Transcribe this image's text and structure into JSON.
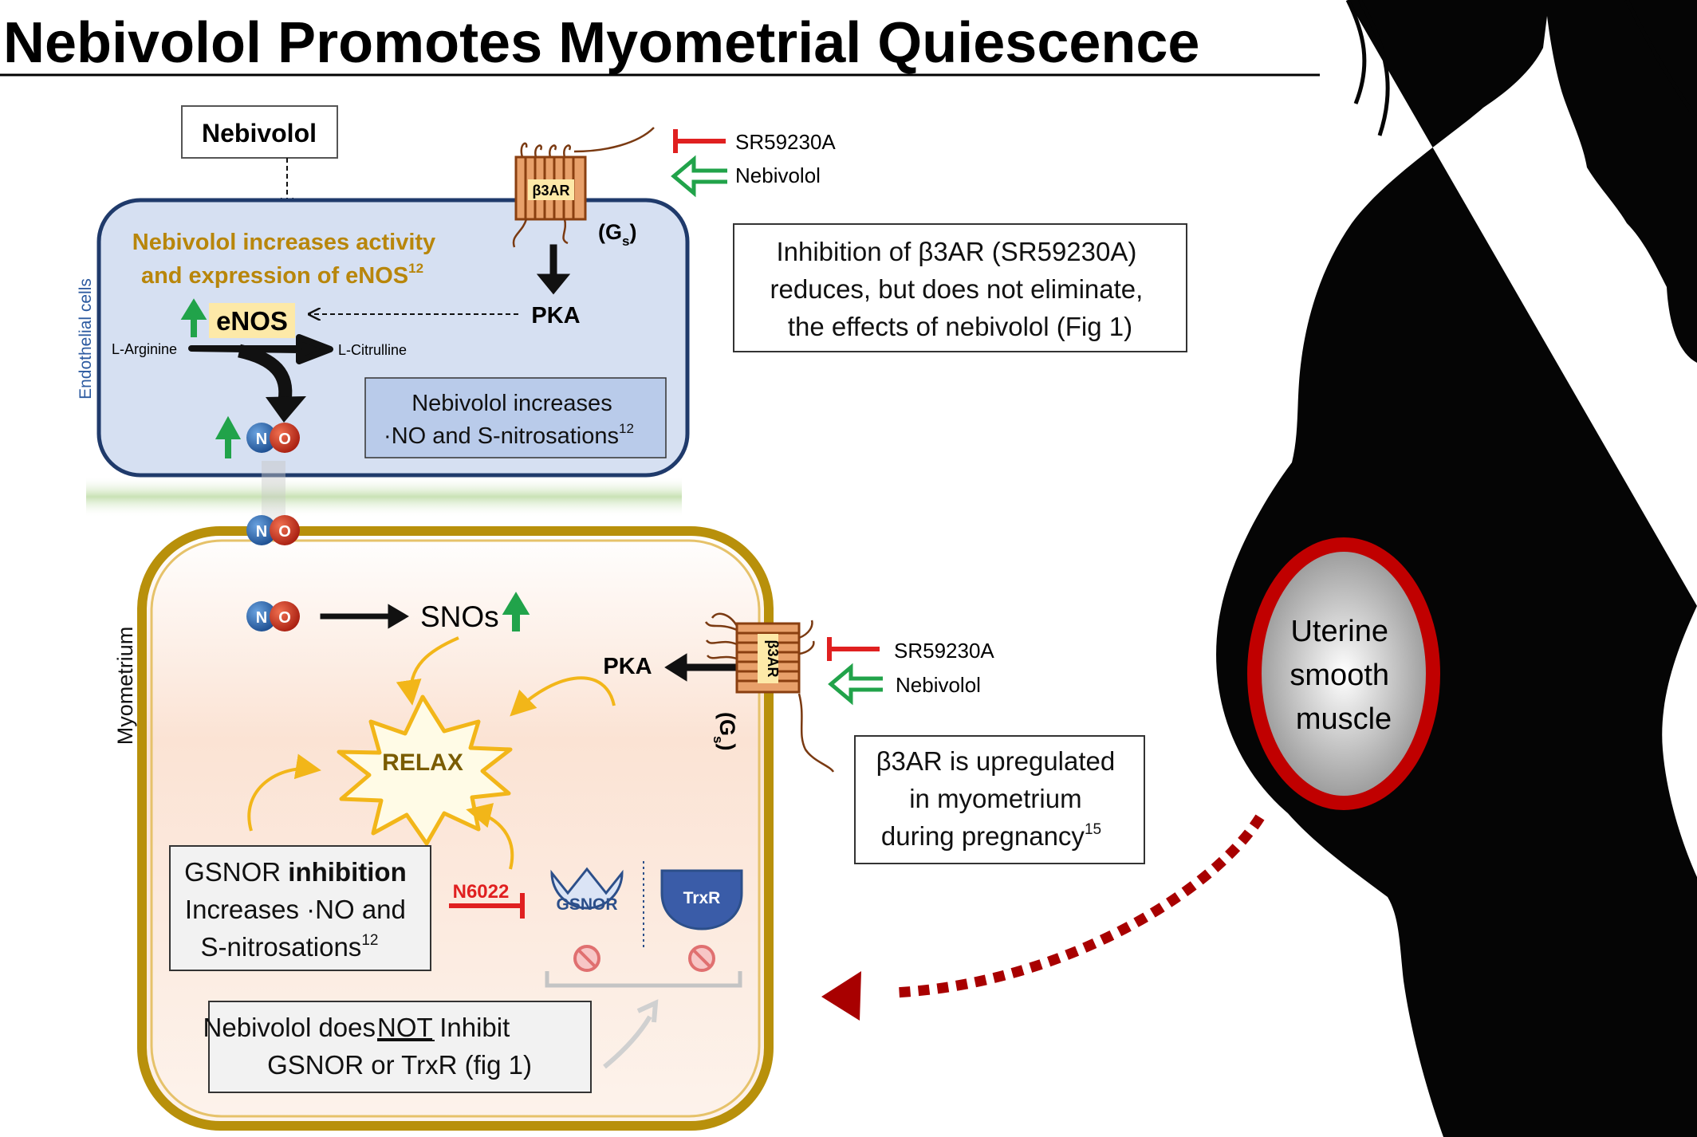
{
  "title": "Nebivolol Promotes Myometrial Quiescence",
  "nebivolol_box": "Nebivolol",
  "endothelial": {
    "side_label": "Endothelial cells",
    "activity_line1": "Nebivolol increases activity",
    "activity_line2": "and expression of eNOS",
    "activity_ref": "12",
    "enos": "eNOS",
    "l_arginine": "L-Arginine",
    "l_citrulline": "L-Citrulline",
    "pka": "PKA",
    "gs": "(G",
    "gs_sub": "s",
    "gs_close": ")",
    "receptor": "β3AR",
    "increase_box_line1": "Nebivolol increases",
    "increase_box_line2": "·NO and S-nitrosations",
    "increase_box_ref": "12"
  },
  "top_ligands": {
    "antagonist": "SR59230A",
    "agonist": "Nebivolol"
  },
  "b3ar_inhibition_note": {
    "line1": "Inhibition of β3AR (SR59230A)",
    "line2": "reduces, but does not eliminate,",
    "line3": "the effects of nebivolol (Fig 1)"
  },
  "no_molecule": {
    "n": "N",
    "o": "O"
  },
  "myometrium": {
    "side_label": "Myometrium",
    "snos": "SNOs",
    "pka": "PKA",
    "receptor": "β3AR",
    "gs": "(G",
    "gs_sub": "s",
    "gs_close": ")",
    "relax": "RELAX",
    "gsnor_box_line1a": "GSNOR ",
    "gsnor_box_line1b": "inhibition",
    "gsnor_box_line2": "Increases ·NO and",
    "gsnor_box_line3": "S-nitrosations",
    "gsnor_box_ref": "12",
    "inhibitor": "N6022",
    "gsnor": "GSNOR",
    "trxr": "TrxR",
    "not_inhibit_line1a": "Nebivolol does ",
    "not_inhibit_line1b": "NOT",
    "not_inhibit_line1c": " Inhibit",
    "not_inhibit_line2": "GSNOR or TrxR (fig 1)"
  },
  "side_ligands": {
    "antagonist": "SR59230A",
    "agonist": "Nebivolol"
  },
  "upregulated_note": {
    "line1": "β3AR is upregulated",
    "line2": "in myometrium",
    "line3": "during pregnancy",
    "ref": "15"
  },
  "uterus": {
    "line1": "Uterine",
    "line2": "smooth",
    "line3": "muscle"
  },
  "colors": {
    "endothelial_fill": "#d6e0f2",
    "endothelial_border": "#1f3a6b",
    "myometrium_border": "#b8900b",
    "gold_text": "#b8860b",
    "inhibit_red": "#e02020",
    "activate_green": "#21a34a",
    "receptor_orange": "#d9773a",
    "uterus_red": "#c00000"
  }
}
